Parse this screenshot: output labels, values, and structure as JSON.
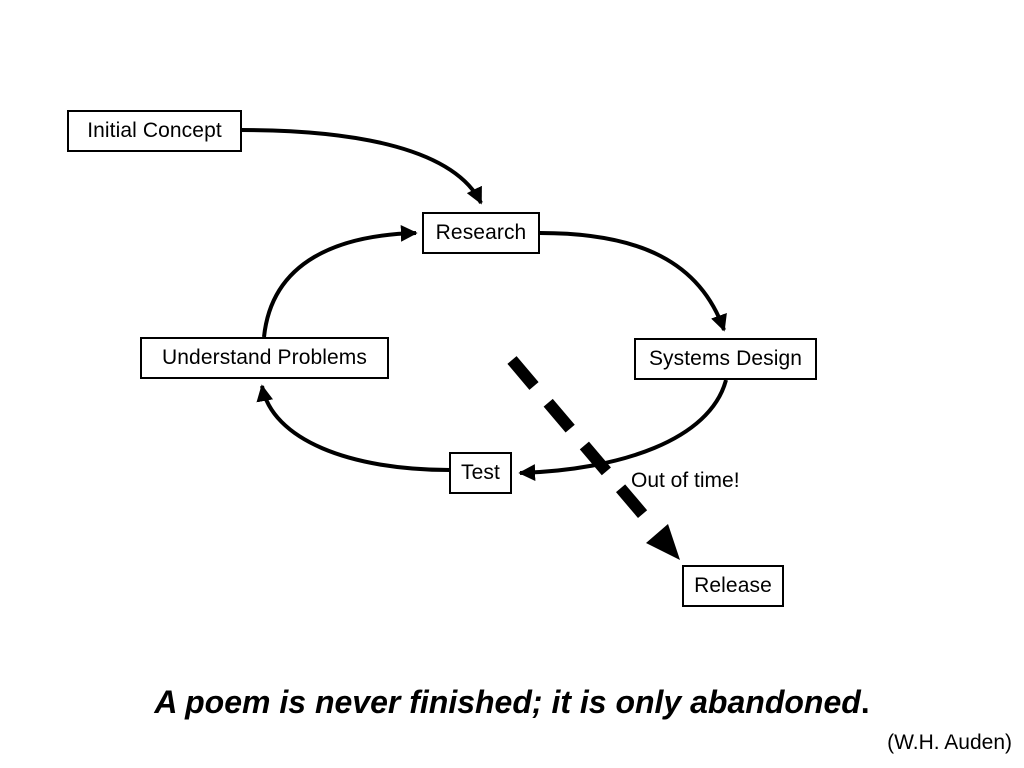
{
  "nodes": {
    "initial_concept": "Initial Concept",
    "research": "Research",
    "systems_design": "Systems Design",
    "test": "Test",
    "understand_problems": "Understand Problems",
    "release": "Release"
  },
  "labels": {
    "out_of_time": "Out of time!"
  },
  "quote": {
    "text": "A poem is never finished; it is only abandoned",
    "period": ".",
    "author": "(W.H. Auden)"
  },
  "colors": {
    "stroke": "#000000",
    "background": "#ffffff"
  }
}
